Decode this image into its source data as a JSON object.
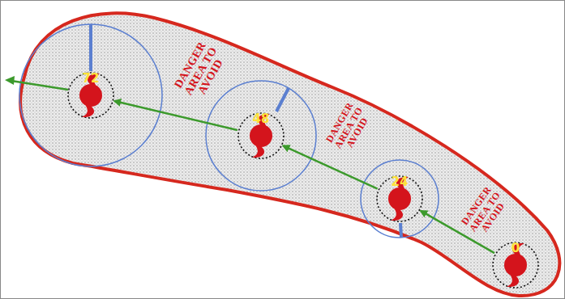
{
  "diagram": {
    "nodes": [
      {
        "text": [
          "0"
        ]
      },
      {
        "text": [
          "24"
        ]
      },
      {
        "text": [
          "48"
        ]
      },
      {
        "text": [
          "72"
        ]
      }
    ],
    "edges": [
      {
        "from": 0,
        "to": 1,
        "arrow": "to"
      },
      {
        "from": 1,
        "to": 2,
        "arrow": "to"
      },
      {
        "from": 2,
        "to": 3,
        "arrow": "to"
      }
    ],
    "labels": [
      "DANGER AREA TO AVOID",
      "DANGER AREA TO AVOID",
      "DANGER AREA TO AVOID"
    ]
  }
}
